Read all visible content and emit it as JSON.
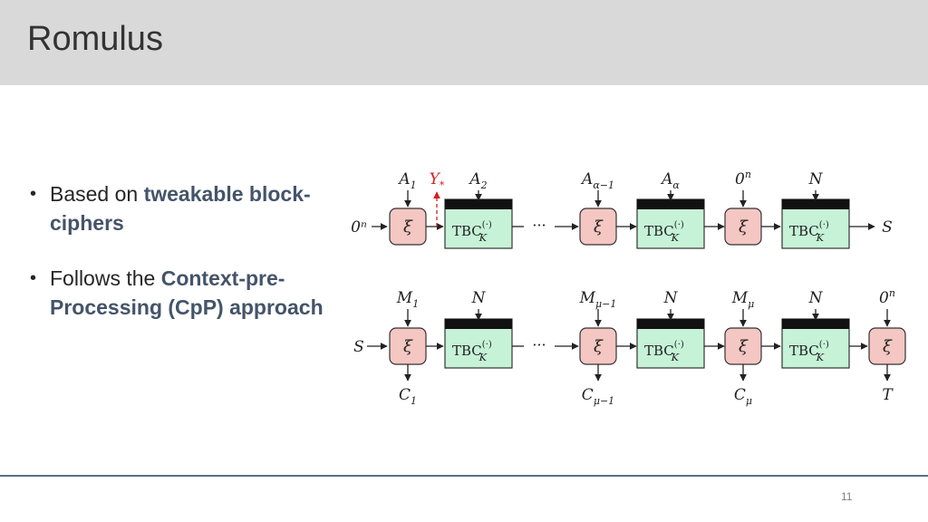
{
  "slide": {
    "title": "Romulus",
    "page_number": "11"
  },
  "bullets": [
    {
      "prefix": "Based on ",
      "highlight": "tweakable block-ciphers",
      "suffix": ""
    },
    {
      "prefix": "Follows the ",
      "highlight": "Context-pre-Processing (CpP) approach",
      "suffix": ""
    }
  ],
  "diagram": {
    "colors": {
      "xi_fill": "#f4c7c3",
      "tbc_fill": "#c6f2d8",
      "tbc_bar": "#111111",
      "arrow": "#222222",
      "red": "#d62020"
    },
    "xi_label": "ξ",
    "tbc_label": "TBC",
    "tbc_sup": "(·)",
    "tbc_sub": "K",
    "ellipsis": "···",
    "row1": {
      "input": "0ⁿ",
      "output": "S",
      "tops": [
        {
          "base": "A",
          "sub": "1"
        },
        {
          "base": "Y",
          "sub": "*"
        },
        {
          "base": "A",
          "sub": "2"
        },
        {
          "base": "A",
          "sub": "α−1"
        },
        {
          "base": "A",
          "sub": "α"
        },
        {
          "base": "0",
          "sub": "",
          "sup": "n"
        },
        {
          "base": "N",
          "sub": ""
        }
      ]
    },
    "row2": {
      "input": "S",
      "tops": [
        {
          "base": "M",
          "sub": "1"
        },
        {
          "base": "N",
          "sub": ""
        },
        {
          "base": "M",
          "sub": "μ−1"
        },
        {
          "base": "N",
          "sub": ""
        },
        {
          "base": "M",
          "sub": "μ"
        },
        {
          "base": "N",
          "sub": ""
        },
        {
          "base": "0",
          "sub": "",
          "sup": "n"
        }
      ],
      "bottoms": [
        {
          "base": "C",
          "sub": "1"
        },
        {
          "base": "C",
          "sub": "μ−1"
        },
        {
          "base": "C",
          "sub": "μ"
        },
        {
          "base": "T",
          "sub": ""
        }
      ]
    }
  }
}
